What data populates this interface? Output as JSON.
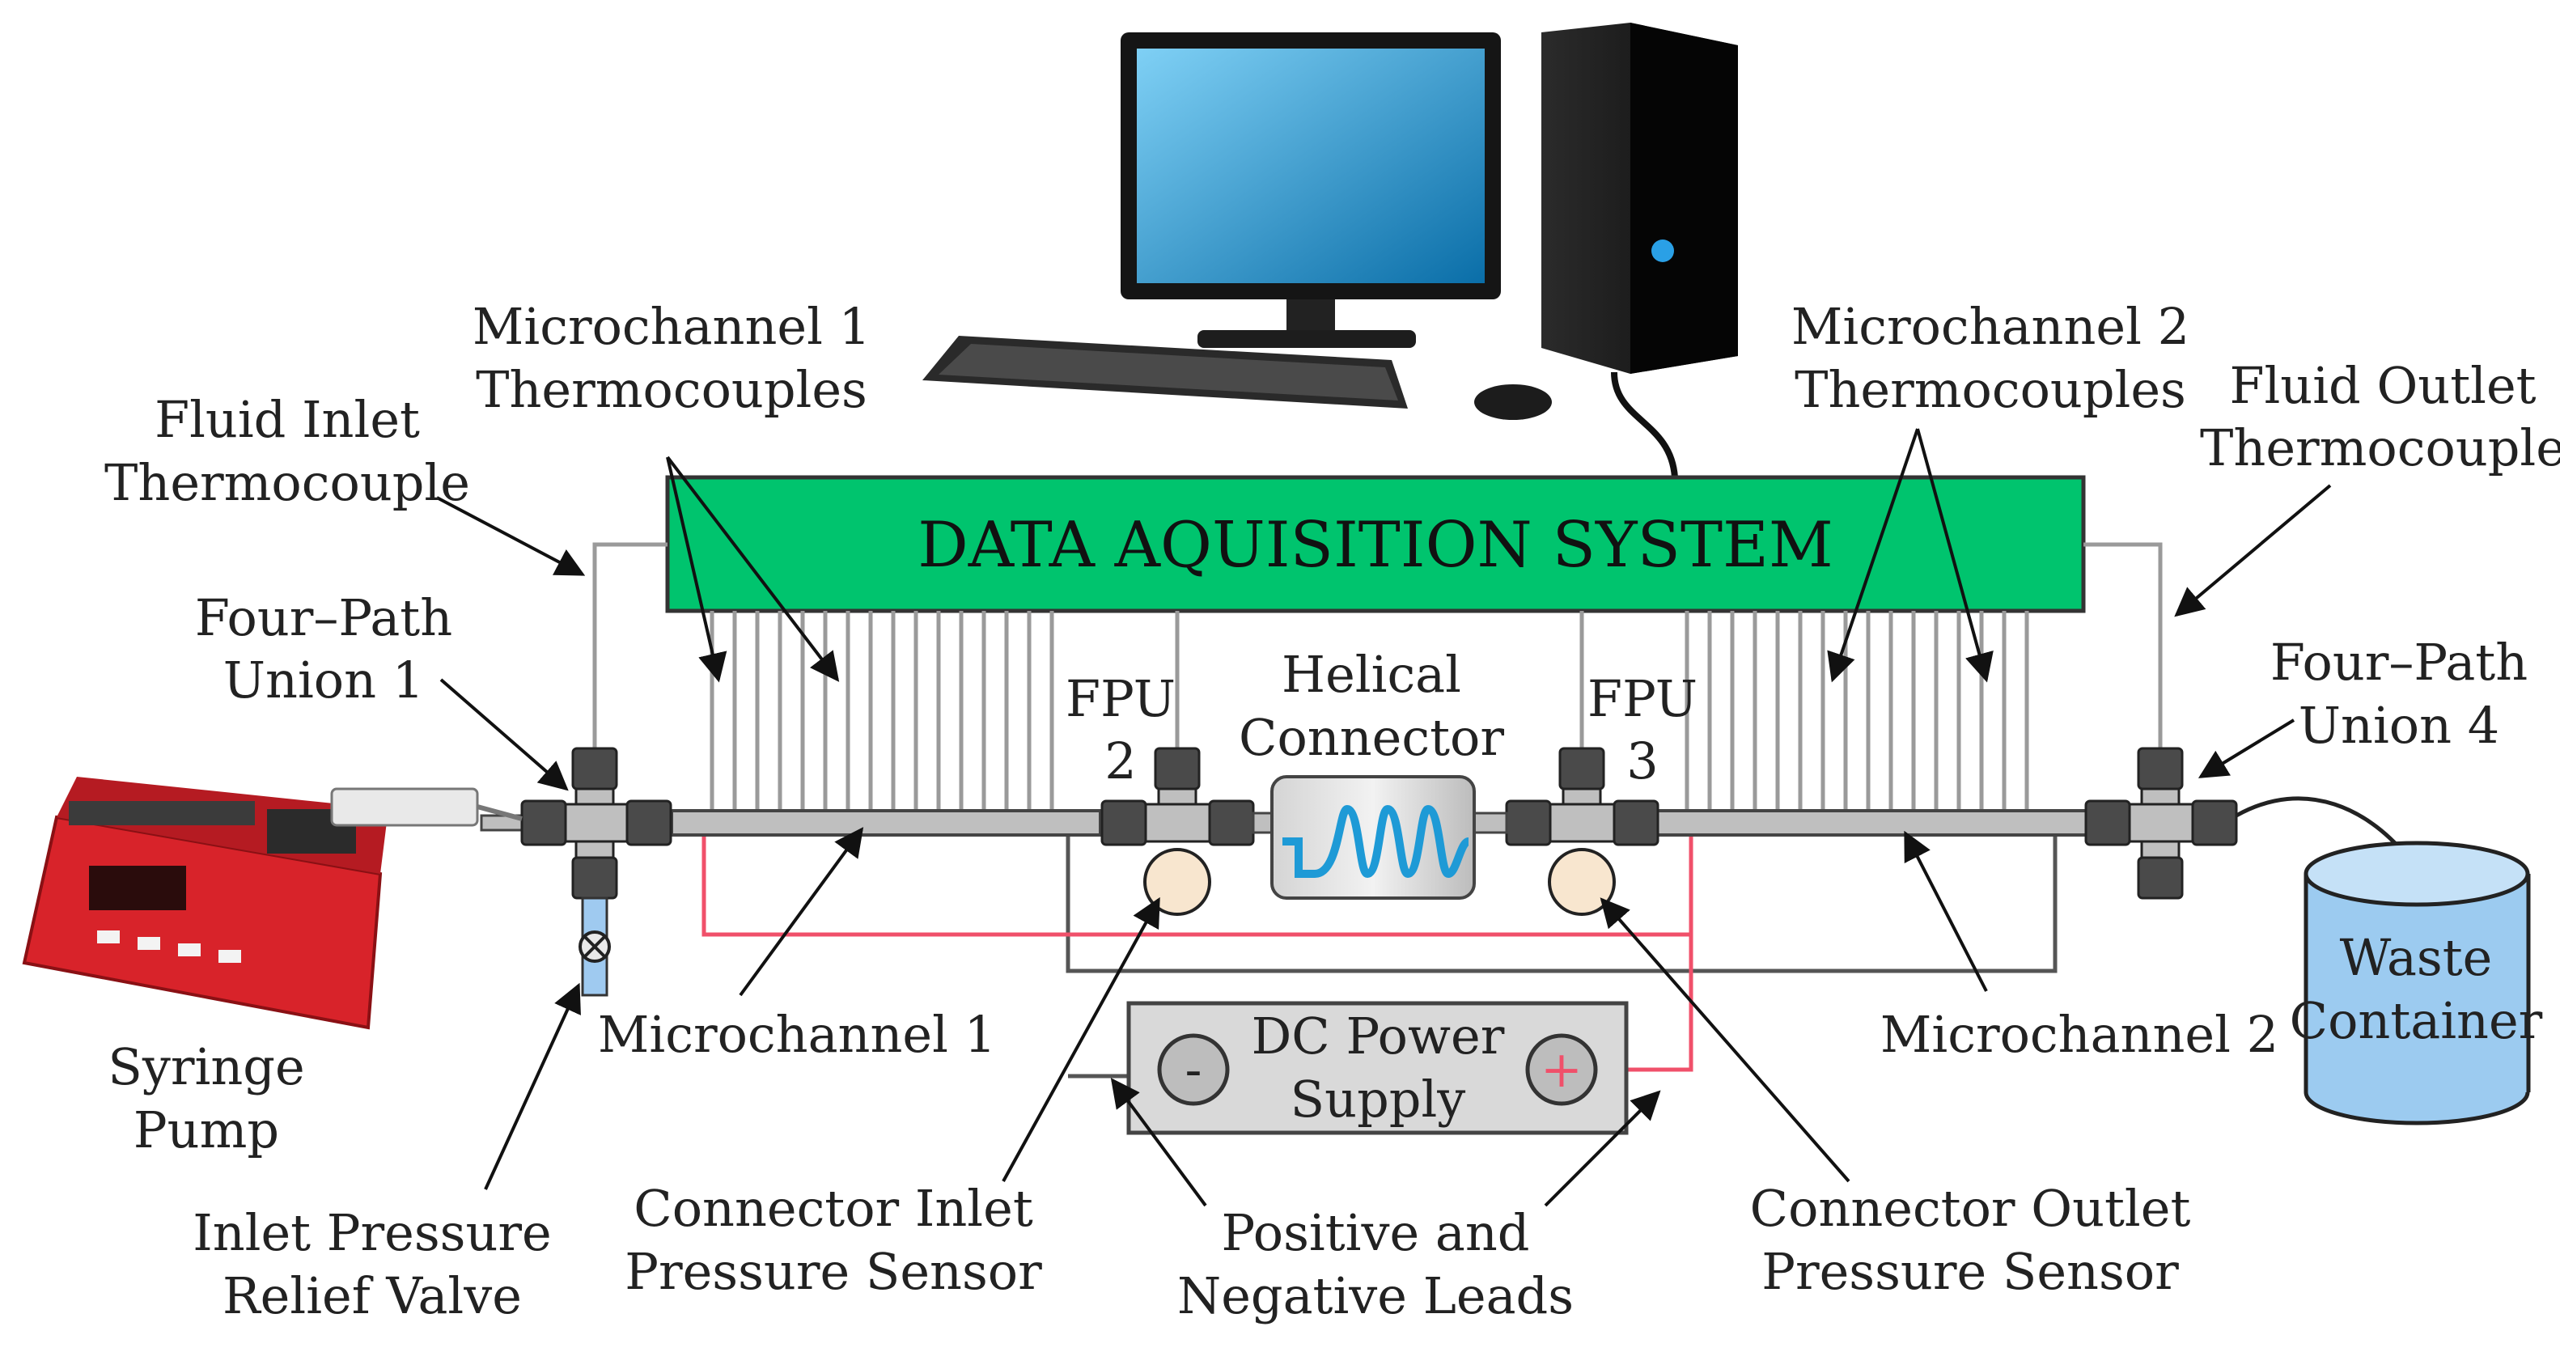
{
  "daq": {
    "title": "DATA AQUISITION SYSTEM"
  },
  "labels": {
    "fluid_inlet_tc": [
      "Fluid Inlet",
      "Thermocouple"
    ],
    "mc1_tc": [
      "Microchannel 1",
      "Thermocouples"
    ],
    "mc2_tc": [
      "Microchannel 2",
      "Thermocouples"
    ],
    "fluid_outlet_tc": [
      "Fluid Outlet",
      "Thermocouple"
    ],
    "fpu1": [
      "Four–Path",
      "Union 1"
    ],
    "fpu4": [
      "Four–Path",
      "Union 4"
    ],
    "fpu2": [
      "FPU",
      "2"
    ],
    "fpu3": [
      "FPU",
      "3"
    ],
    "helical": [
      "Helical",
      "Connector"
    ],
    "syringe": [
      "Syringe",
      "Pump"
    ],
    "mc1": "Microchannel 1",
    "mc2": "Microchannel 2",
    "power": [
      "DC Power",
      "Supply"
    ],
    "power_neg": "-",
    "power_pos": "+",
    "waste": [
      "Waste",
      "Container"
    ],
    "relief": [
      "Inlet Pressure",
      "Relief Valve"
    ],
    "conn_inlet": [
      "Connector Inlet",
      "Pressure Sensor"
    ],
    "leads": [
      "Positive and",
      "Negative Leads"
    ],
    "conn_outlet": [
      "Connector Outlet",
      "Pressure Sensor"
    ]
  },
  "colors": {
    "daq_fill": "#00c46e",
    "wire": "#9a9a9a",
    "red_wire": "#f0506a",
    "tube": "#bfbfbf",
    "pump_red": "#d8232a",
    "waste_blue": "#9ccbf0",
    "helix_blue": "#1e9ad6"
  }
}
